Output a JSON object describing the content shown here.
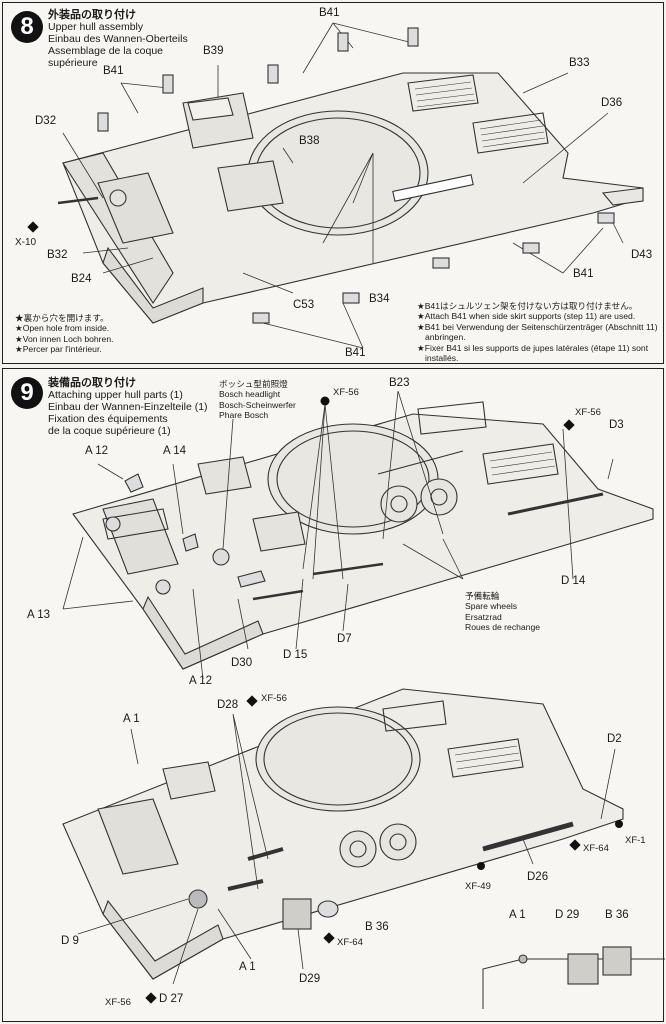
{
  "step8": {
    "number": "8",
    "title_jp": "外装品の取り付け",
    "title_en": "Upper hull assembly",
    "title_de": "Einbau des Wannen-Oberteils",
    "title_fr": "Assemblage de la coque",
    "title_fr2": "supérieure",
    "labels": {
      "b41_top": "B41",
      "b39": "B39",
      "b41_left": "B41",
      "b33": "B33",
      "d36": "D36",
      "d32": "D32",
      "b38": "B38",
      "x10": "X-10",
      "b32": "B32",
      "b24": "B24",
      "c53": "C53",
      "b34": "B34",
      "d43": "D43",
      "b41_right": "B41",
      "b41_bottom": "B41"
    },
    "note_left": [
      "★裏から穴を開けます。",
      "★Open hole from inside.",
      "★Von innen Loch bohren.",
      "★Percer par l'intérieur."
    ],
    "note_right": [
      "★B41はシュルツェン架を付けない方は取り付けません。",
      "★Attach B41 when side skirt supports (step 11) are used.",
      "★B41 bei Verwendung der Seitenschürzenträger (Abschnitt 11)",
      "anbringen.",
      "★Fixer B41 si les supports de jupes latérales (étape 11) sont",
      "installés."
    ]
  },
  "step9": {
    "number": "9",
    "title_jp": "装備品の取り付け",
    "title_en": "Attaching upper hull parts (1)",
    "title_de": "Einbau der Wannen-Einzelteile (1)",
    "title_fr": "Fixation des équipements",
    "title_fr2": "de la coque supérieure (1)",
    "bosch": [
      "ボッシュ型前照燈",
      "Bosch headlight",
      "Bosch-Scheinwerfer",
      "Phare Bosch"
    ],
    "spare": [
      "予備転輪",
      "Spare wheels",
      "Ersatzrad",
      "Roues de rechange"
    ],
    "labels": {
      "xf56_a": "XF-56",
      "b23": "B23",
      "xf56_b": "XF-56",
      "d3": "D3",
      "a12_top": "A 12",
      "a14": "A 14",
      "a13": "A 13",
      "d30": "D30",
      "d15": "D 15",
      "d7": "D7",
      "a12_bottom": "A 12",
      "d14": "D 14",
      "d28": "D28",
      "xf56_c": "XF-56",
      "a1_top": "A 1",
      "d2": "D2",
      "xf1": "XF-1",
      "xf64_a": "XF-64",
      "d26": "D26",
      "xf49": "XF-49",
      "d9": "D 9",
      "b36": "B 36",
      "xf64_b": "XF-64",
      "a1_bottom": "A 1",
      "d29": "D29",
      "xf56_d": "XF-56",
      "d27": "D 27",
      "inset_a1": "A 1",
      "inset_d29": "D 29",
      "inset_b36": "B 36"
    }
  }
}
